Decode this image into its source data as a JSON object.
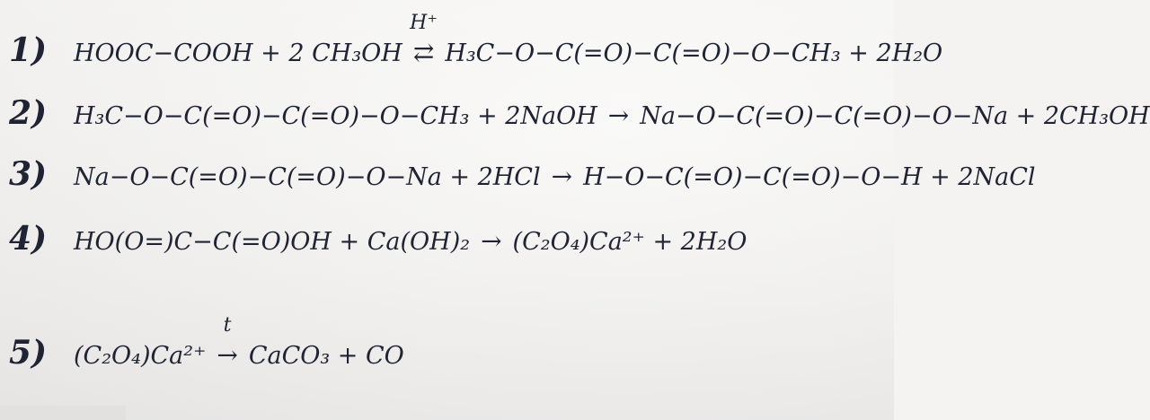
{
  "equations": [
    {
      "number": "1)",
      "reactants": "HOOC−COOH + 2 CH₃OH",
      "arrow": "⇄",
      "condition": "H⁺",
      "products": "H₃C−O−C(=O)−C(=O)−O−CH₃ + 2H₂O"
    },
    {
      "number": "2)",
      "reactants": "H₃C−O−C(=O)−C(=O)−O−CH₃ + 2NaOH",
      "arrow": "→",
      "condition": "",
      "products": "Na−O−C(=O)−C(=O)−O−Na + 2CH₃OH"
    },
    {
      "number": "3)",
      "reactants": "Na−O−C(=O)−C(=O)−O−Na + 2HCl",
      "arrow": "→",
      "condition": "",
      "products": "H−O−C(=O)−C(=O)−O−H + 2NaCl"
    },
    {
      "number": "4)",
      "reactants": "HO(O=)C−C(=O)OH + Ca(OH)₂",
      "arrow": "→",
      "condition": "",
      "products": "(C₂O₄)Ca²⁺ + 2H₂O"
    },
    {
      "number": "5)",
      "reactants": "(C₂O₄)Ca²⁺",
      "arrow": "→",
      "condition": "t",
      "products": "CaCO₃ + CO"
    }
  ]
}
